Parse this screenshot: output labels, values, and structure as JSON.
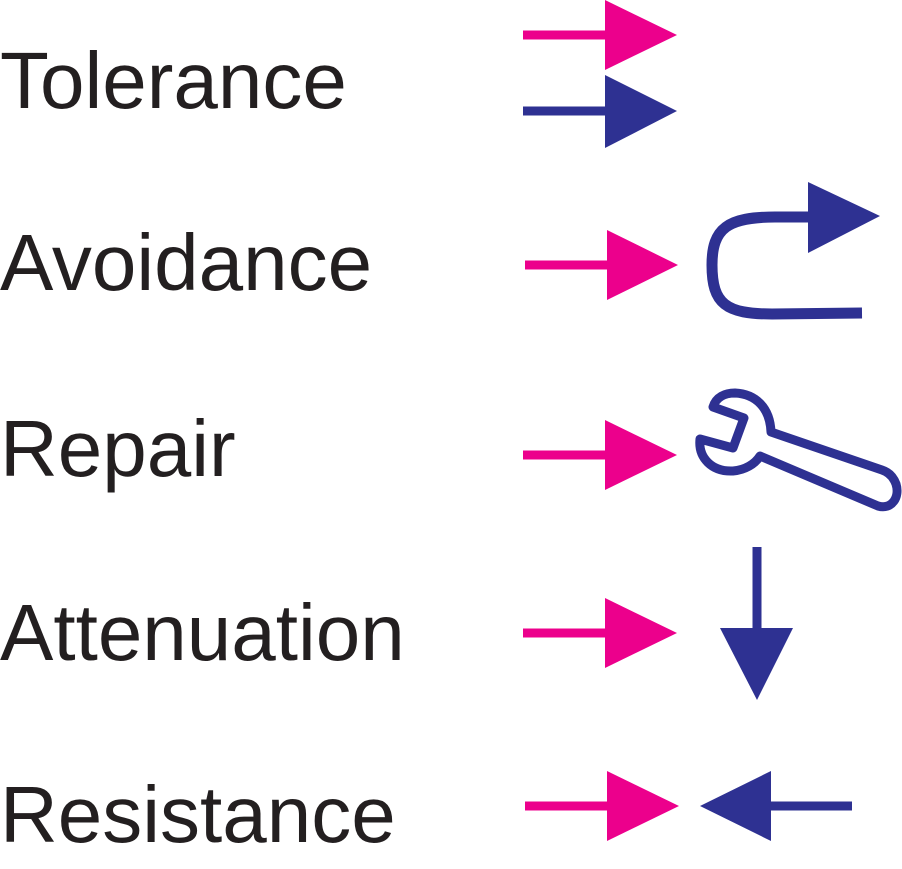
{
  "colors": {
    "stressor": "#EC008C",
    "response": "#2E3192",
    "text": "#231F20"
  },
  "rows": [
    {
      "label": "Tolerance",
      "response_icon": "two-parallel-arrows-icon"
    },
    {
      "label": "Avoidance",
      "response_icon": "u-turn-arrow-icon"
    },
    {
      "label": "Repair",
      "response_icon": "wrench-icon"
    },
    {
      "label": "Attenuation",
      "response_icon": "down-arrow-icon"
    },
    {
      "label": "Resistance",
      "response_icon": "opposing-arrow-icon"
    }
  ]
}
